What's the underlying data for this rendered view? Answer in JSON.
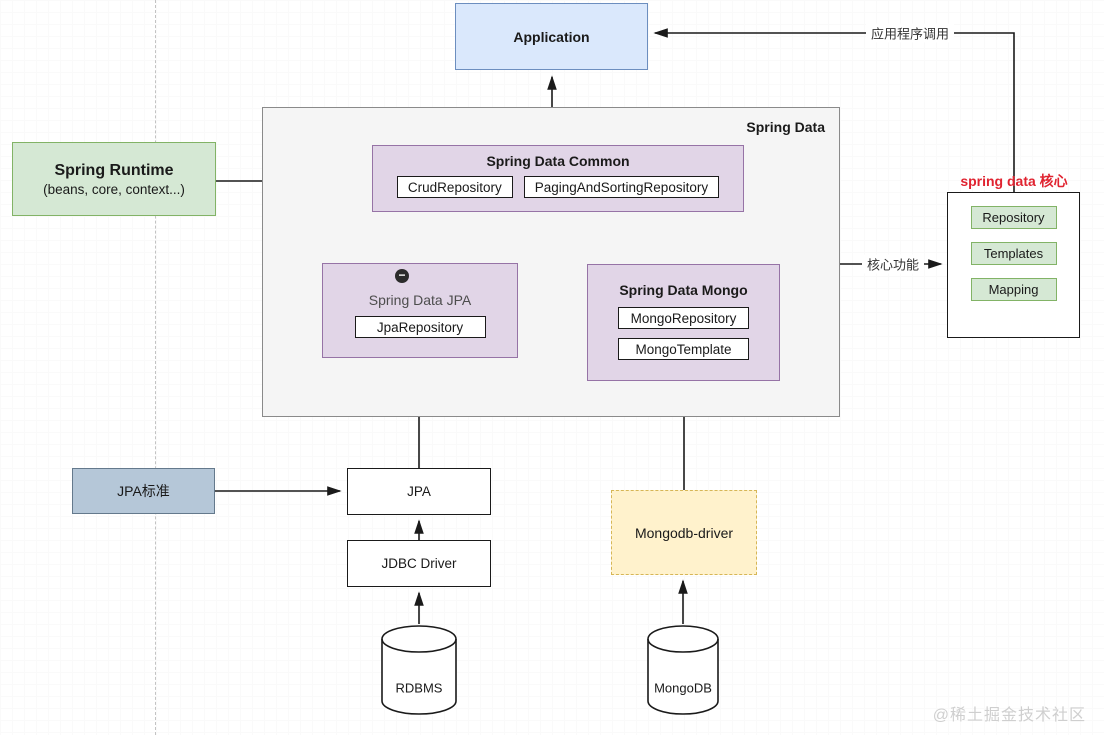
{
  "diagram": {
    "nodes": {
      "application": "Application",
      "spring_data": "Spring Data",
      "common": {
        "title": "Spring Data Common",
        "items": [
          "CrudRepository",
          "PagingAndSortingRepository"
        ]
      },
      "jpa_module": {
        "title": "Spring Data JPA",
        "items": [
          "JpaRepository"
        ]
      },
      "mongo_module": {
        "title": "Spring Data Mongo",
        "items": [
          "MongoRepository",
          "MongoTemplate"
        ]
      },
      "runtime": {
        "title": "Spring Runtime",
        "subtitle": "(beans, core, context...)"
      },
      "jpa_standard": "JPA标准",
      "jpa": "JPA",
      "jdbc_driver": "JDBC Driver",
      "rdbms": "RDBMS",
      "mongodb_driver": "Mongodb-driver",
      "mongodb": "MongoDB",
      "core_panel": {
        "heading": "spring data 核心",
        "items": [
          "Repository",
          "Templates",
          "Mapping"
        ]
      }
    },
    "edges": {
      "app_call_label": "应用程序调用",
      "core_label": "核心功能"
    },
    "icons": {
      "collapse_minus": "−"
    },
    "watermark": "@稀土掘金技术社区",
    "colors": {
      "blue_fill": "#dae8fc",
      "blue_border": "#6c8ebf",
      "purple_fill": "#e1d5e7",
      "purple_border": "#9673a6",
      "green_fill": "#d5e8d4",
      "green_border": "#82b366",
      "yellow_fill": "#fff2cc",
      "yellow_border": "#d6b656",
      "grayblue_fill": "#b5c7d8",
      "container_fill": "#f5f5f5",
      "red_text": "#e02330"
    }
  }
}
